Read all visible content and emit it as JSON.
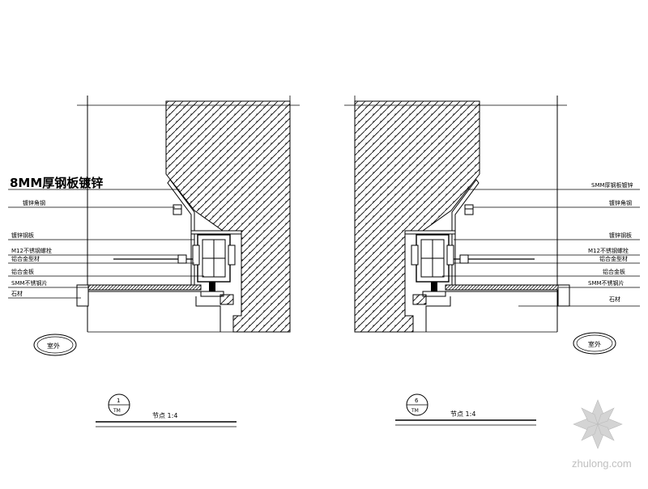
{
  "left_detail": {
    "title_label": "8MM厚钢板镀锌",
    "labels": [
      "镀锌角钢",
      "镀锌钢板",
      "M12不锈钢螺栓",
      "铝合金型材",
      "铝合金板",
      "SMM不锈钢片",
      "石材"
    ],
    "callout": "室外",
    "section_number": "1",
    "section_sheet": "TM",
    "scale_text": "节点  1:4"
  },
  "right_detail": {
    "labels": [
      "SMM厚钢板镀锌",
      "镀锌角钢",
      "镀锌钢板",
      "M12不锈钢螺栓",
      "铝合金型材",
      "铝合金板",
      "SMM不锈钢片",
      "石材"
    ],
    "callout": "室外",
    "section_number": "6",
    "section_sheet": "TM",
    "scale_text": "节点  1:4"
  },
  "watermark": {
    "text": "zhulong.com"
  },
  "colors": {
    "line": "#000000",
    "watermark": "#c8c8c8"
  }
}
